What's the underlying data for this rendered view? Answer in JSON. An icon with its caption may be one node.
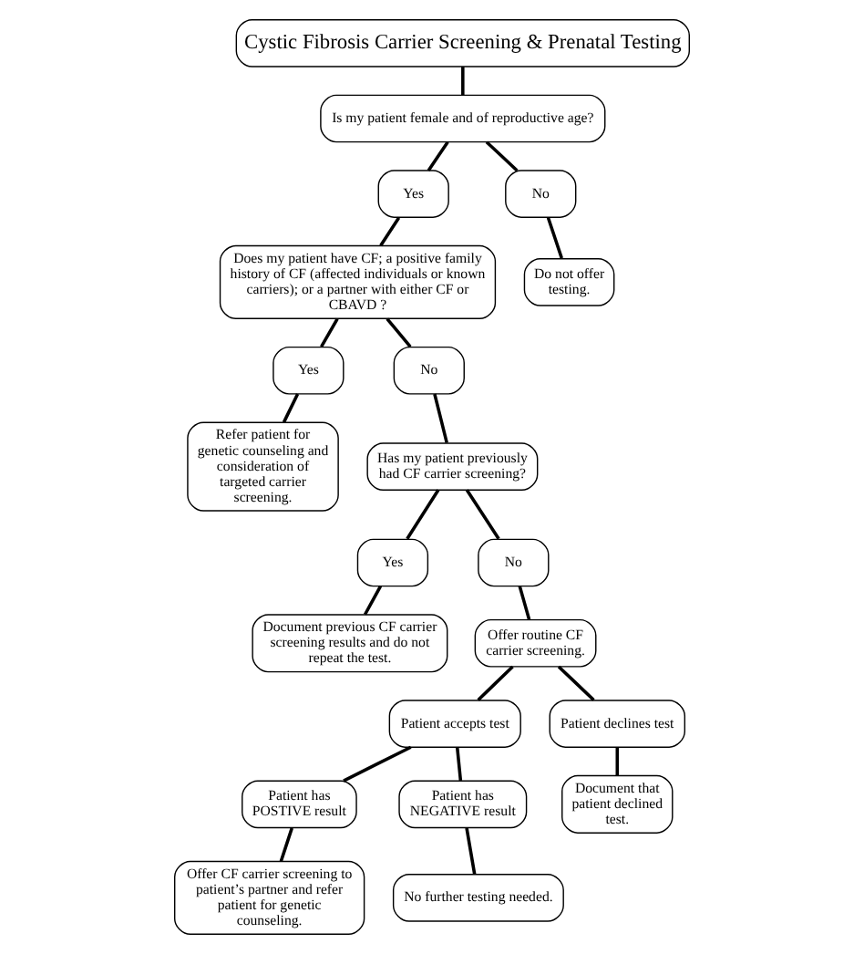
{
  "diagram": {
    "nodes": [
      {
        "text": [
          "Cystic Fibrosis Carrier Screening & Prenatal Testing"
        ]
      },
      {
        "text": [
          "Is my patient female and of reproductive age?"
        ]
      },
      {
        "text": [
          "Yes"
        ]
      },
      {
        "text": [
          "No"
        ]
      },
      {
        "text": [
          "Does my patient have CF; a positive family history of CF (affected individuals or known carriers); or a partner with either CF or CBAVD ?"
        ]
      },
      {
        "text": [
          "Do not offer testing."
        ]
      },
      {
        "text": [
          "Yes"
        ]
      },
      {
        "text": [
          "No"
        ]
      },
      {
        "text": [
          "Refer patient for genetic counseling and consideration of targeted carrier screening."
        ]
      },
      {
        "text": [
          "Has my patient previously had CF carrier screening?"
        ]
      },
      {
        "text": [
          "Yes"
        ]
      },
      {
        "text": [
          "No"
        ]
      },
      {
        "text": [
          "Document previous CF carrier screening results and do not repeat the test."
        ]
      },
      {
        "text": [
          "Offer routine CF carrier screening."
        ]
      },
      {
        "text": [
          "Patient accepts test"
        ]
      },
      {
        "text": [
          "Patient declines test"
        ]
      },
      {
        "text": [
          "Patient has POSTIVE result"
        ]
      },
      {
        "text": [
          "Patient has NEGATIVE result"
        ]
      },
      {
        "text": [
          "Document that patient declined test."
        ]
      },
      {
        "text": [
          "Offer CF carrier screening to patient’s partner and refer patient for genetic counseling."
        ]
      },
      {
        "text": [
          "No further testing needed."
        ]
      }
    ],
    "edges": [
      {
        "from": 0,
        "to": 1,
        "arrow": "none"
      },
      {
        "from": 1,
        "to": 2,
        "arrow": "none"
      },
      {
        "from": 1,
        "to": 3,
        "arrow": "none"
      },
      {
        "from": 2,
        "to": 4,
        "arrow": "none"
      },
      {
        "from": 3,
        "to": 5,
        "arrow": "none"
      },
      {
        "from": 4,
        "to": 6,
        "arrow": "none"
      },
      {
        "from": 4,
        "to": 7,
        "arrow": "none"
      },
      {
        "from": 6,
        "to": 8,
        "arrow": "none"
      },
      {
        "from": 7,
        "to": 9,
        "arrow": "none"
      },
      {
        "from": 9,
        "to": 10,
        "arrow": "none"
      },
      {
        "from": 9,
        "to": 11,
        "arrow": "none"
      },
      {
        "from": 10,
        "to": 12,
        "arrow": "none"
      },
      {
        "from": 11,
        "to": 13,
        "arrow": "none"
      },
      {
        "from": 13,
        "to": 14,
        "arrow": "none"
      },
      {
        "from": 13,
        "to": 15,
        "arrow": "none"
      },
      {
        "from": 14,
        "to": 16,
        "arrow": "none"
      },
      {
        "from": 14,
        "to": 17,
        "arrow": "none"
      },
      {
        "from": 15,
        "to": 18,
        "arrow": "none"
      },
      {
        "from": 16,
        "to": 19,
        "arrow": "none"
      },
      {
        "from": 17,
        "to": 20,
        "arrow": "none"
      }
    ]
  }
}
